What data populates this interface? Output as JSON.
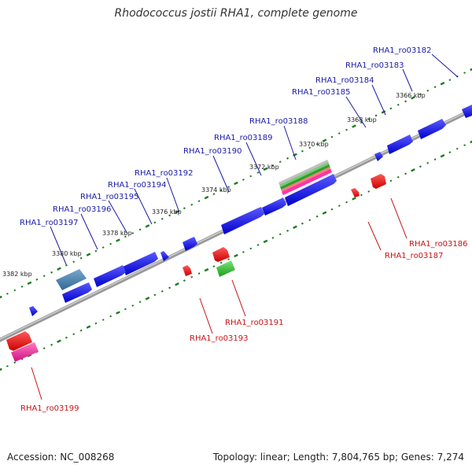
{
  "title": "Rhodococcus jostii RHA1, complete genome",
  "footer": {
    "accession": "Accession: NC_008268",
    "summary": "Topology: linear; Length: 7,804,765 bp; Genes: 7,274"
  },
  "colors": {
    "forward_gene": "#1111dd",
    "reverse_gene": "#dd1111",
    "forward_label": "#1a1aa8",
    "reverse_label": "#c81414",
    "tick": "#1e7a1e",
    "backbone": "#888888"
  },
  "scale_labels": [
    "3366 kbp",
    "3368 kbp",
    "3370 kbp",
    "3372 kbp",
    "3374 kbp",
    "3376 kbp",
    "3378 kbp",
    "3380 kbp",
    "3382 kbp"
  ],
  "forward_labels": [
    "RHA1_ro03182",
    "RHA1_ro03183",
    "RHA1_ro03184",
    "RHA1_ro03185",
    "RHA1_ro03188",
    "RHA1_ro03189",
    "RHA1_ro03190",
    "RHA1_ro03192",
    "RHA1_ro03194",
    "RHA1_ro03195",
    "RHA1_ro03196",
    "RHA1_ro03197"
  ],
  "reverse_labels": [
    "RHA1_ro03186",
    "RHA1_ro03187",
    "RHA1_ro03191",
    "RHA1_ro03193",
    "RHA1_ro03199"
  ]
}
